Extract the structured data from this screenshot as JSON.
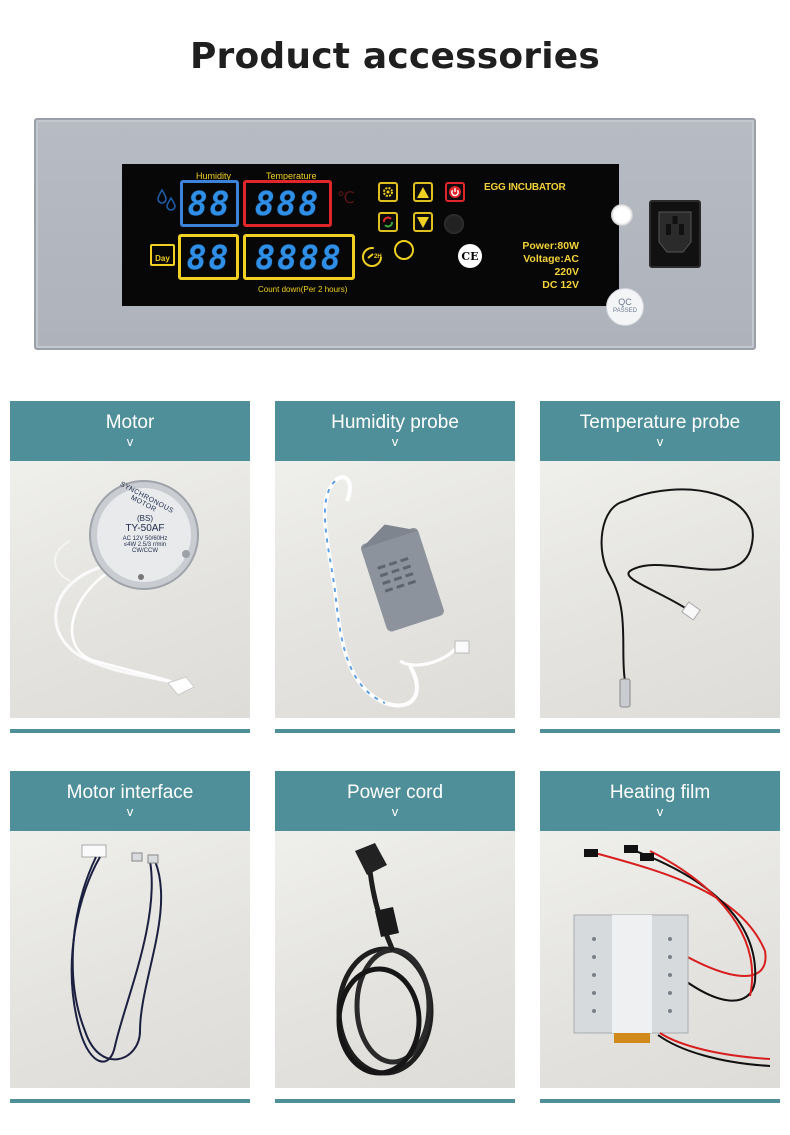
{
  "page": {
    "title": "Product accessories"
  },
  "panel": {
    "humidity_label": "Humidity",
    "temperature_label": "Temperature",
    "humidity_digits": "88",
    "temperature_digits": "888",
    "day_digits": "88",
    "countdown_digits": "8888",
    "countdown_label": "Count down(Per 2 hours)",
    "day_icon_label": "Day",
    "turn_icon_label": "2H",
    "brand_title": "EGG INCUBATOR",
    "power_spec": "Power:80W",
    "voltage_spec": "Voltage:AC 220V",
    "dc_spec": "DC 12V",
    "ce_mark": "CE",
    "qc_text": "QC",
    "qc_passed": "PASSED",
    "colors": {
      "display_blue": "#2f8fe6",
      "frame_red": "#e0262b",
      "frame_yellow": "#f0d020",
      "frame_blue": "#3b82d8"
    }
  },
  "accessories": [
    {
      "title": "Motor",
      "chevron": "v",
      "photo": "synchronous-motor-photo",
      "motor_label_line1": "SYNCHRONOUS MOTOR",
      "motor_label_line2": "(BS)",
      "motor_label_line3": "TY-50AF",
      "motor_label_line4": "AC 12V  50/60Hz",
      "motor_label_line5": "≤4W  2.5/3 r/min",
      "motor_label_line6": "CW/CCW"
    },
    {
      "title": "Humidity probe",
      "chevron": "v",
      "photo": "humidity-probe-photo"
    },
    {
      "title": "Temperature probe",
      "chevron": "v",
      "photo": "temperature-probe-photo"
    },
    {
      "title": "Motor interface",
      "chevron": "v",
      "photo": "motor-interface-cable-photo"
    },
    {
      "title": "Power cord",
      "chevron": "v",
      "photo": "power-cord-photo"
    },
    {
      "title": "Heating film",
      "chevron": "v",
      "photo": "heating-film-photo"
    }
  ],
  "theme": {
    "accent": "#4f8f9a"
  }
}
